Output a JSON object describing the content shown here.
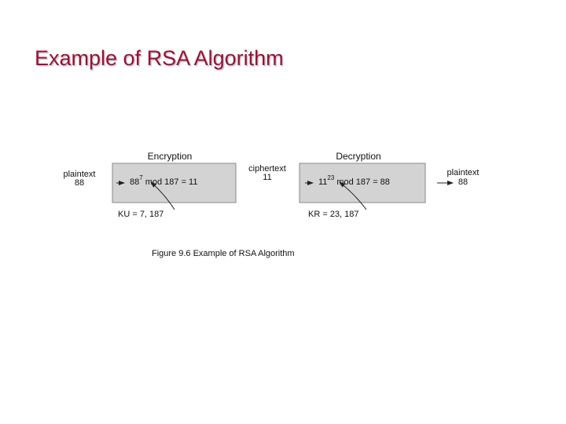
{
  "slide": {
    "title": "Example of RSA Algorithm"
  },
  "figure": {
    "encryption": {
      "heading": "Encryption",
      "input_label": "plaintext",
      "input_value": "88",
      "formula_base": "88",
      "formula_exp": "7",
      "formula_rest": "mod 187 = 11",
      "key_label": "KU = 7, 187"
    },
    "ciphertext": {
      "label": "ciphertext",
      "value": "11"
    },
    "decryption": {
      "heading": "Decryption",
      "formula_base": "11",
      "formula_exp": "23",
      "formula_rest": "mod 187 = 88",
      "output_label": "plaintext",
      "output_value": "88",
      "key_label": "KR = 23, 187"
    },
    "caption": "Figure 9.6 Example of RSA Algorithm"
  },
  "colors": {
    "title": "#99103a",
    "box_fill": "#d3d3d3",
    "line": "#222222"
  }
}
